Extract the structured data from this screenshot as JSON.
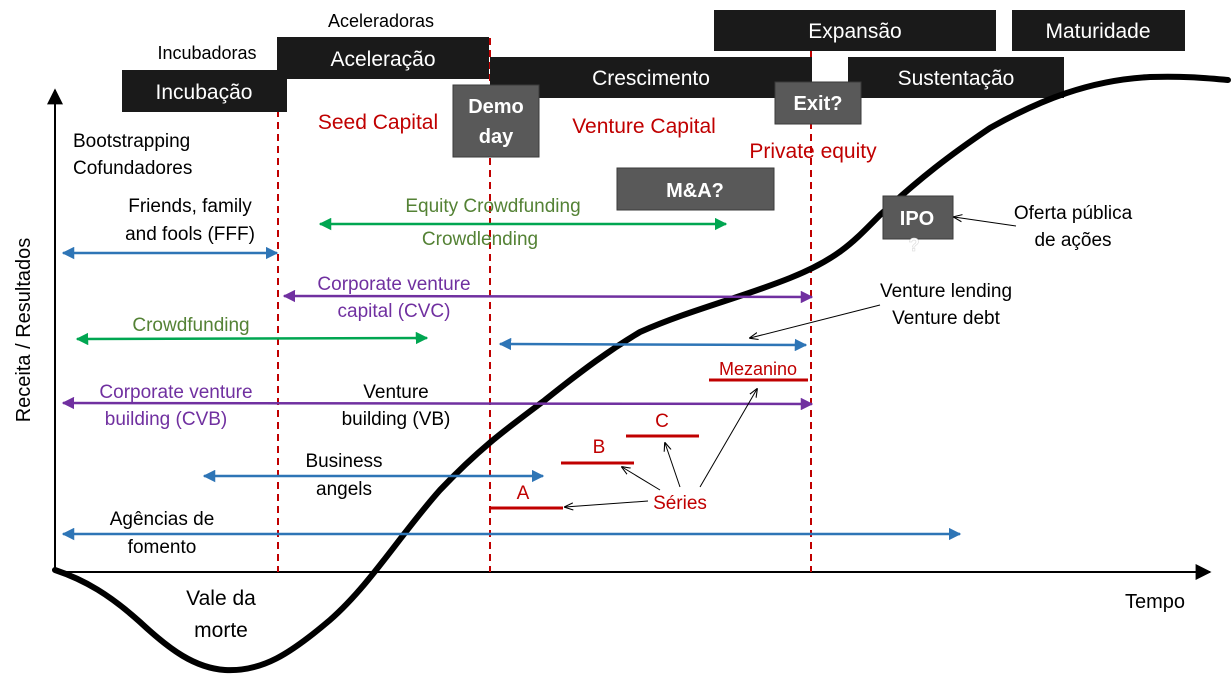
{
  "axes": {
    "y_label": "Receita / Resultados",
    "x_label": "Tempo"
  },
  "colors": {
    "black": "#000000",
    "red": "#c00000",
    "green": "#00a651",
    "green_text": "#548235",
    "blue": "#2e75b6",
    "purple": "#7030a0",
    "dark_box": "#1a1a1a",
    "gray_box": "#595959",
    "white": "#ffffff"
  },
  "stages": {
    "incubacao": "Incubação",
    "aceleracao": "Aceleração",
    "crescimento": "Crescimento",
    "expansao": "Expansão",
    "maturidade": "Maturidade",
    "sustentacao": "Sustentação"
  },
  "stage_captions": {
    "incubadoras": "Incubadoras",
    "aceleradoras": "Aceleradoras"
  },
  "milestones": {
    "demo_day_line1": "Demo",
    "demo_day_line2": "day",
    "exit": "Exit?",
    "ma": "M&A?",
    "ipo": "IPO",
    "ipo_mark": "?"
  },
  "funding": {
    "seed_capital": "Seed Capital",
    "venture_capital": "Venture Capital",
    "private_equity": "Private equity",
    "bootstrapping": "Bootstrapping",
    "cofundadores": "Cofundadores",
    "fff_line1": "Friends, family",
    "fff_line2": "and fools (FFF)",
    "equity_crowdfunding": "Equity Crowdfunding",
    "crowdlending": "Crowdlending",
    "cvc_line1": "Corporate venture",
    "cvc_line2": "capital (CVC)",
    "crowdfunding": "Crowdfunding",
    "cvb_line1": "Corporate venture",
    "cvb_line2": "building (CVB)",
    "vb_line1": "Venture",
    "vb_line2": "building (VB)",
    "business_angels_line1": "Business",
    "business_angels_line2": "angels",
    "agencias_line1": "Agências de",
    "agencias_line2": "fomento",
    "venture_lending": "Venture lending",
    "venture_debt": "Venture debt",
    "oferta_line1": "Oferta pública",
    "oferta_line2": "de ações"
  },
  "series": {
    "a": "A",
    "b": "B",
    "c": "C",
    "mezanino": "Mezanino",
    "series_label": "Séries"
  },
  "valley": {
    "line1": "Vale da",
    "line2": "morte"
  }
}
